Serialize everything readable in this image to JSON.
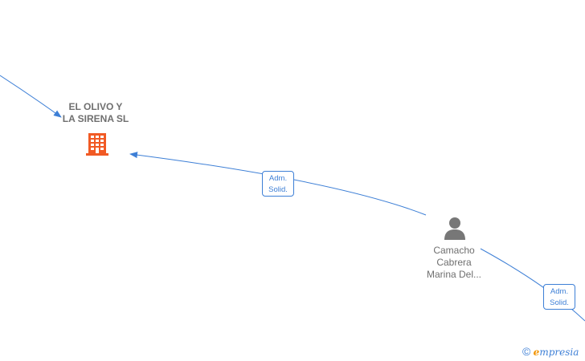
{
  "nodes": {
    "company": {
      "line1": "EL OLIVO Y",
      "line2": "LA SIRENA  SL",
      "icon": "building-icon",
      "color": "#f15a24"
    },
    "person": {
      "line1": "Camacho",
      "line2": "Cabrera",
      "line3": "Marina Del...",
      "icon": "person-icon",
      "color": "#777777"
    }
  },
  "edges": [
    {
      "role_line1": "Adm.",
      "role_line2": "Solid."
    },
    {
      "role_line1": "Adm.",
      "role_line2": "Solid."
    }
  ],
  "watermark": {
    "copyright": "©",
    "brand_initial": "e",
    "brand_rest": "mpresia"
  },
  "colors": {
    "edge": "#3d7fd6"
  }
}
